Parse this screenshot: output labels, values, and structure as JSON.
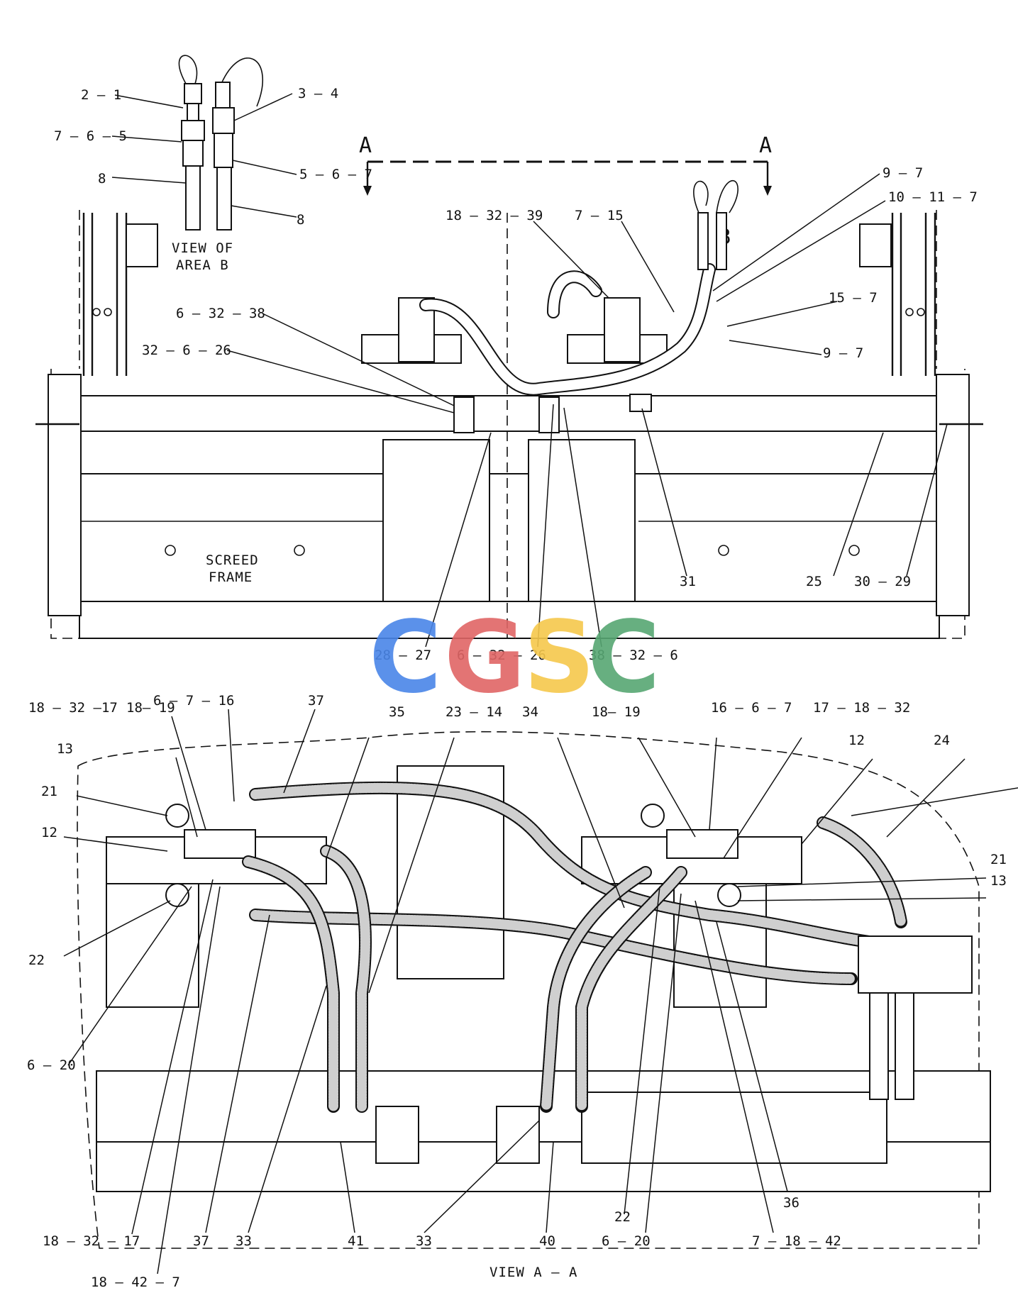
{
  "view_of_area_b": {
    "title_line1": "VIEW OF",
    "title_line2": "AREA B",
    "callouts": [
      "2 — 1",
      "7 — 6 — 5",
      "8",
      "3 — 4",
      "5 — 6 — 7",
      "8"
    ]
  },
  "section_marks": {
    "left": "A",
    "right": "A",
    "detail": "B"
  },
  "screed_label": {
    "line1": "SCREED",
    "line2": "FRAME"
  },
  "top_callouts": [
    "18 — 32 — 39",
    "7 — 15",
    "9 — 7",
    "10 — 11 — 7",
    "15 — 7",
    "9 — 7",
    "6 — 32 — 38",
    "32 — 6 — 26",
    "31",
    "25",
    "30 — 29",
    "28 — 27",
    "6 — 32 — 26",
    "38 — 32 — 6"
  ],
  "watermark": {
    "text": "CGSC",
    "colors": [
      "#4a86e8",
      "#e06666",
      "#f6c84c",
      "#57a773"
    ]
  },
  "bottom_callouts": [
    "6 — 7 — 16",
    "37",
    "18 — 32 —17",
    "18— 19",
    "35",
    "23 — 14",
    "34",
    "18— 19",
    "16 — 6 — 7",
    "17 — 18 — 32",
    "13",
    "21",
    "12",
    "12",
    "24",
    "21",
    "13",
    "22",
    "6 — 20",
    "18 — 32 — 17",
    "18 — 42 — 7",
    "37",
    "33",
    "41",
    "33",
    "40",
    "22",
    "6 — 20",
    "7 — 18 — 42",
    "36"
  ],
  "view_caption": "VIEW A — A"
}
